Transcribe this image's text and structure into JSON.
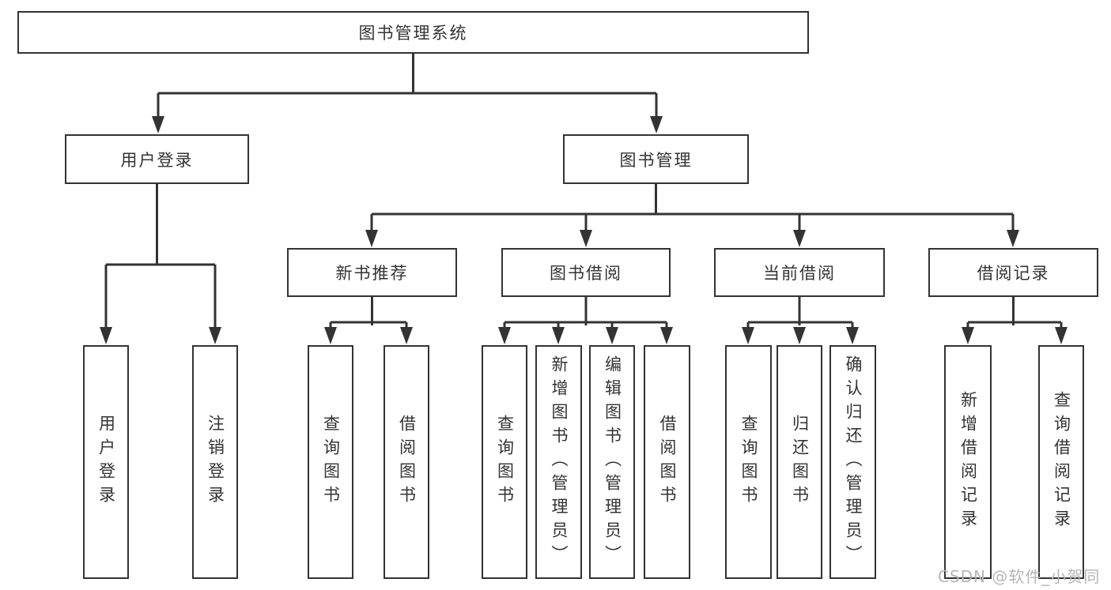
{
  "colors": {
    "line": "#333333",
    "text": "#333333",
    "background": "#ffffff",
    "watermark": "#b5b5b5"
  },
  "tree": {
    "label": "图书管理系统",
    "children": [
      {
        "label": "用户登录",
        "children": [
          {
            "label": "用户登录"
          },
          {
            "label": "注销登录"
          }
        ]
      },
      {
        "label": "图书管理",
        "children": [
          {
            "label": "新书推荐",
            "children": [
              {
                "label": "查询图书"
              },
              {
                "label": "借阅图书"
              }
            ]
          },
          {
            "label": "图书借阅",
            "children": [
              {
                "label": "查询图书"
              },
              {
                "label": "新增图书（管理员）"
              },
              {
                "label": "编辑图书（管理员）"
              },
              {
                "label": "借阅图书"
              }
            ]
          },
          {
            "label": "当前借阅",
            "children": [
              {
                "label": "查询图书"
              },
              {
                "label": "归还图书"
              },
              {
                "label": "确认归还（管理员）"
              }
            ]
          },
          {
            "label": "借阅记录",
            "children": [
              {
                "label": "新增借阅记录"
              },
              {
                "label": "查询借阅记录"
              }
            ]
          }
        ]
      }
    ]
  },
  "watermark": {
    "text": "CSDN @软件_小贺同学"
  }
}
